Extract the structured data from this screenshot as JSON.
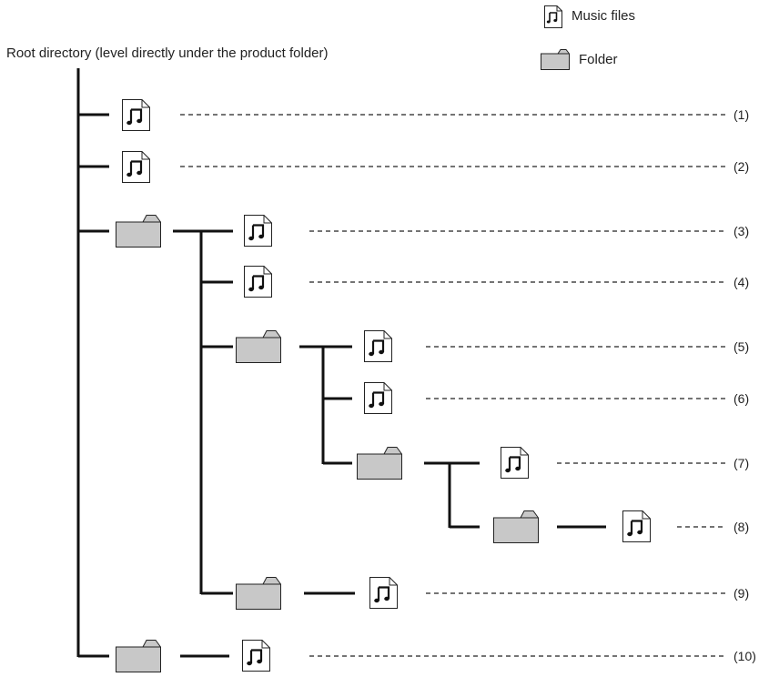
{
  "legend": {
    "music_label": "Music files",
    "folder_label": "Folder",
    "music_icon": "music-note-file-icon",
    "folder_icon": "folder-icon"
  },
  "root_label": "Root directory (level directly under the product folder)",
  "item_numbers": [
    "(1)",
    "(2)",
    "(3)",
    "(4)",
    "(5)",
    "(6)",
    "(7)",
    "(8)",
    "(9)",
    "(10)"
  ],
  "colors": {
    "folder_fill": "#c8c8c8",
    "line": "#111111"
  }
}
